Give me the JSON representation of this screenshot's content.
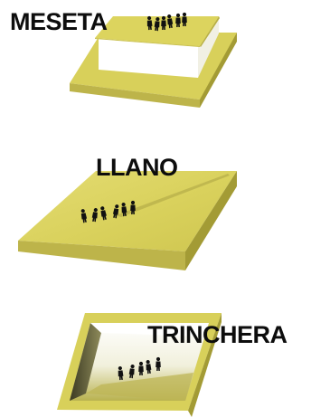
{
  "diagrams": [
    {
      "id": "meseta",
      "label": "MESETA"
    },
    {
      "id": "llano",
      "label": "LLANO"
    },
    {
      "id": "trinchera",
      "label": "TRINCHERA"
    }
  ],
  "colors": {
    "surface": "#d9d15c",
    "surface_light": "#e6de74",
    "side_dark": "#a59d36",
    "side_mid": "#bdb44a",
    "wall_white": "#ffffff",
    "shadow": "#b9b251",
    "figure": "#111111",
    "text": "#0d0d0d"
  },
  "icons": {
    "person": "person-silhouette-icon"
  }
}
